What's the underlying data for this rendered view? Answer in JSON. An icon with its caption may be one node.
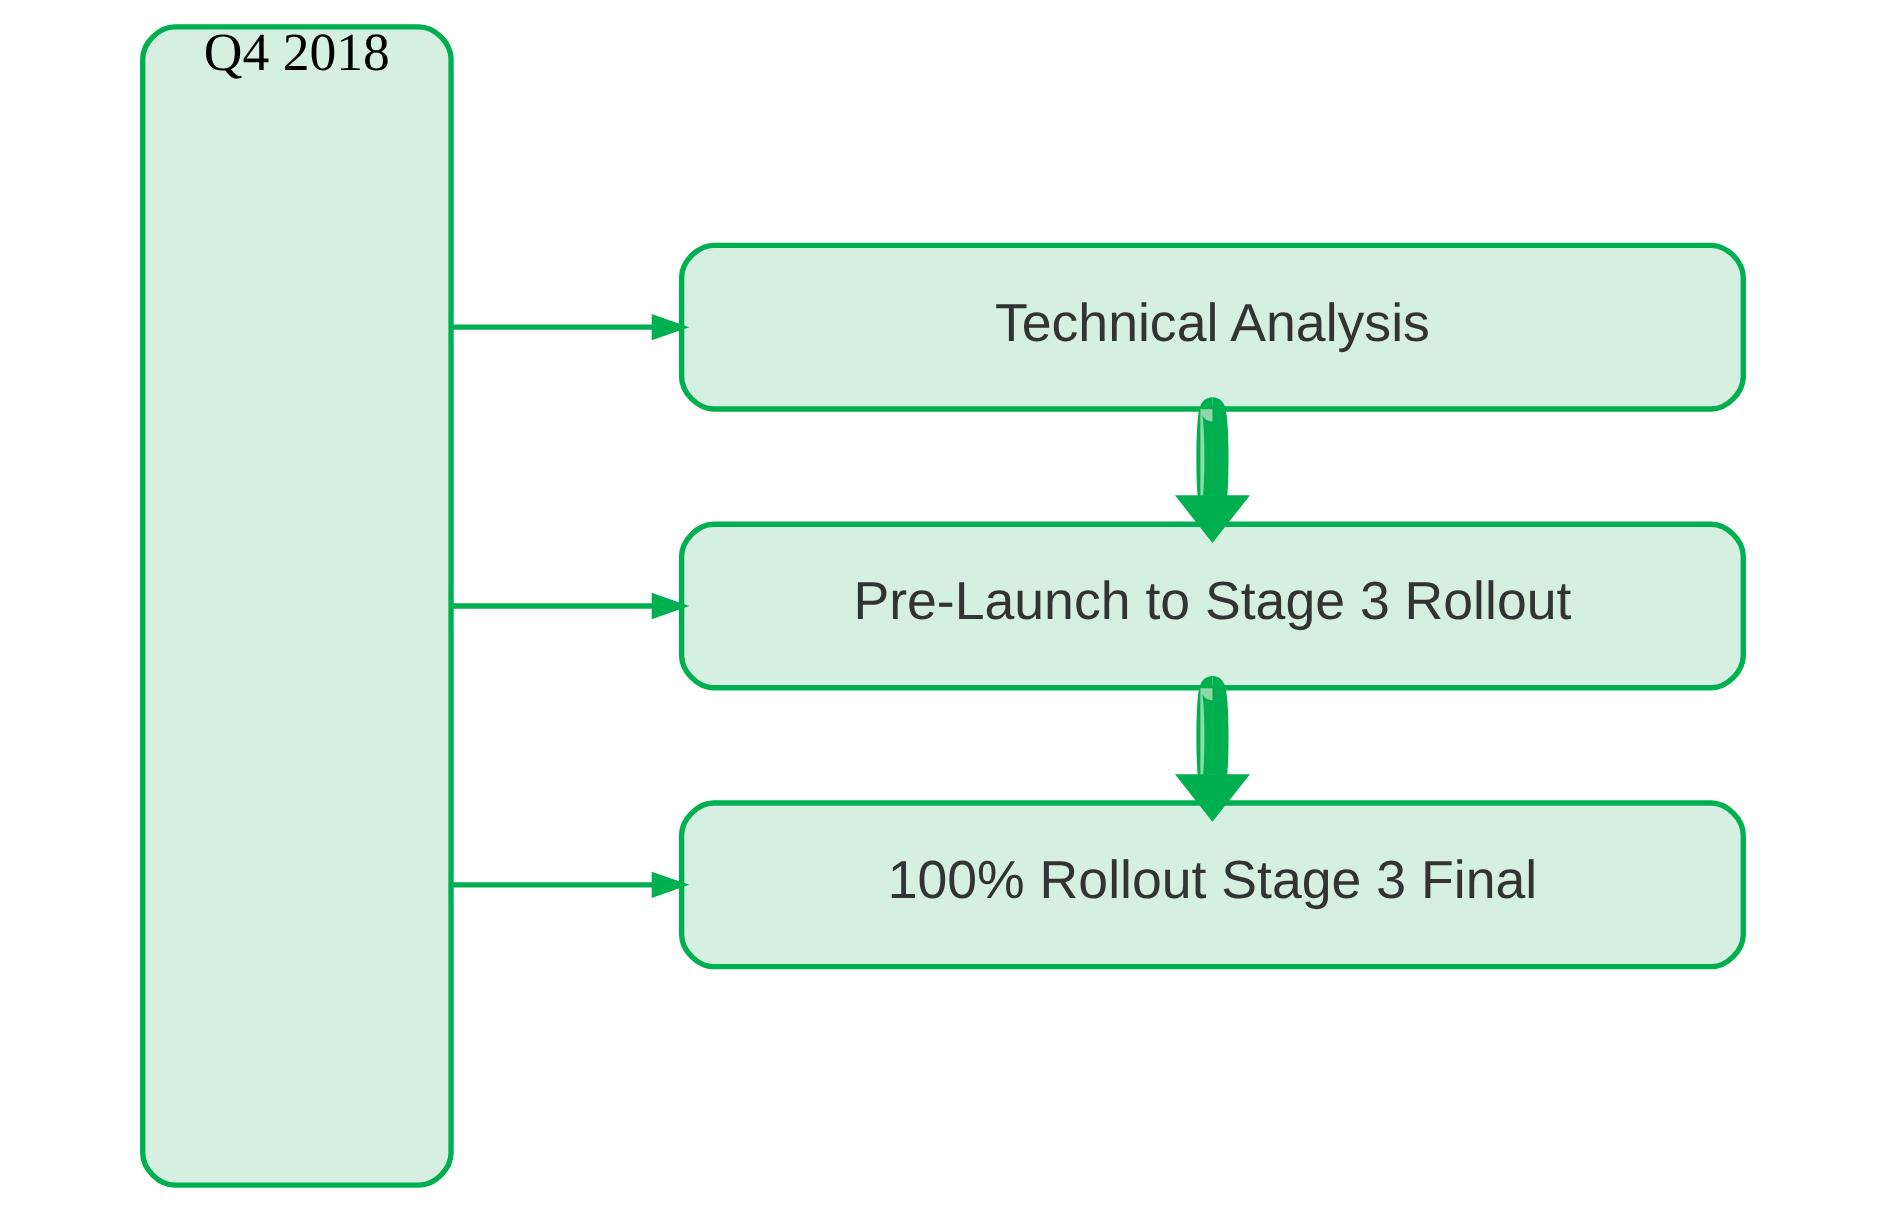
{
  "diagram": {
    "nodes": [
      {
        "text": [
          "Q4 2018"
        ]
      },
      {
        "text": [
          "Technical Analysis"
        ]
      },
      {
        "text": [
          "Pre-Launch to Stage 3 Rollout"
        ]
      },
      {
        "text": [
          "100% Rollout Stage 3 Final"
        ]
      }
    ],
    "edges": [
      {
        "from": 0,
        "to": 1,
        "arrow": "to"
      },
      {
        "from": 0,
        "to": 2,
        "arrow": "to"
      },
      {
        "from": 0,
        "to": 3,
        "arrow": "to"
      },
      {
        "from": 1,
        "to": 2,
        "arrow": "to",
        "style": "thick"
      },
      {
        "from": 2,
        "to": 3,
        "arrow": "to",
        "style": "thick"
      }
    ]
  }
}
